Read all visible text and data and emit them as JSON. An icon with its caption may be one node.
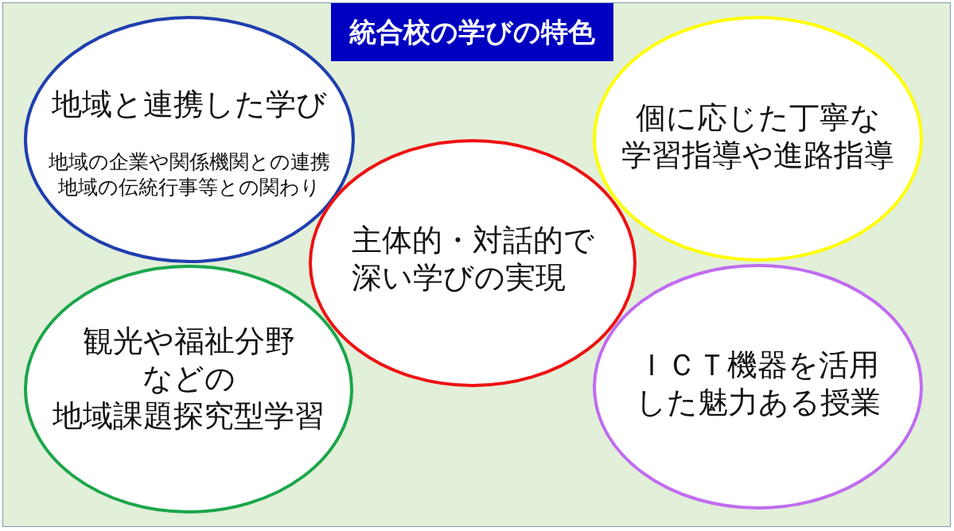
{
  "diagram": {
    "title": "統合校の学びの特色",
    "nodes": [
      {
        "text": [
          "地域と連携した学び",
          "地域の企業や関係機関との連携",
          "地域の伝統行事等との関わり"
        ]
      },
      {
        "text": [
          "個に応じた丁寧な学習指導や進路指導"
        ]
      },
      {
        "text": [
          "主体的・対話的で深い学びの実現"
        ]
      },
      {
        "text": [
          "観光や福祉分野などの地域課題探究型学習"
        ]
      },
      {
        "text": [
          "ＩＣＴ機器を活用した魅力ある授業"
        ]
      }
    ]
  }
}
